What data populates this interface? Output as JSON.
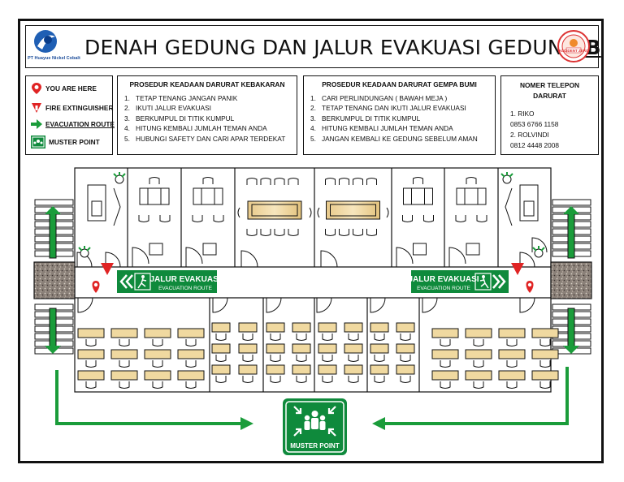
{
  "title": {
    "main": "DENAH GEDUNG DAN JALUR EVAKUASI GEDUNG ",
    "letter": "B",
    "company_caption": "PT Huayue Nickel Cobalt"
  },
  "legend": {
    "you_are_here": "YOU ARE HERE",
    "fire_extinguisher": "FIRE EXTINGUISHER",
    "evacuation_route": "EVACUATION ROUTE",
    "muster_point": "MUSTER POINT"
  },
  "fire_procedure": {
    "heading": "PROSEDUR KEADAAN DARURAT KEBAKARAN",
    "steps": [
      {
        "n": "1.",
        "text": "TETAP TENANG JANGAN PANIK"
      },
      {
        "n": "2.",
        "text": "IKUTI JALUR EVAKUASI"
      },
      {
        "n": "3.",
        "text": "BERKUMPUL DI TITIK KUMPUL"
      },
      {
        "n": "4.",
        "text": "HITUNG KEMBALI JUMLAH TEMAN ANDA"
      },
      {
        "n": "5.",
        "text": "HUBUNGI SAFETY DAN CARI APAR TERDEKAT"
      }
    ]
  },
  "quake_procedure": {
    "heading": "PROSEDUR KEADAAN DARURAT GEMPA BUMI",
    "steps": [
      {
        "n": "1.",
        "text": "CARI PERLINDUNGAN ( BAWAH MEJA )"
      },
      {
        "n": "2.",
        "text": "TETAP TENANG DAN IKUTI JALUR EVAKUASI"
      },
      {
        "n": "3.",
        "text": "BERKUMPUL DI TITIK KUMPUL"
      },
      {
        "n": "4.",
        "text": "HITUNG KEMBALI JUMLAH TEMAN ANDA"
      },
      {
        "n": "5.",
        "text": "JANGAN KEMBALI KE GEDUNG SEBELUM AMAN"
      }
    ]
  },
  "emergency_phone": {
    "heading_line1": "NOMER TELEPON",
    "heading_line2": "DARURAT",
    "contacts": [
      {
        "label": "1. RIKO",
        "number": "0853 6766 1158"
      },
      {
        "label": "2. ROLVINDI",
        "number": "0812 4448 2008"
      }
    ]
  },
  "signs": {
    "left": {
      "title": "JALUR EVAKUASI",
      "subtitle": "EVACUATION ROUTE"
    },
    "right": {
      "title": "JALUR EVAKUASI",
      "subtitle": "EVACUATION ROUTE"
    }
  },
  "muster_label": "MUSTER POINT",
  "seal_text": "ACCIDENT ZERO",
  "colors": {
    "evac_green": "#1a9c3a",
    "sign_green": "#0f8a3c",
    "pin_red": "#e02424",
    "desk_tan": "#f0d9a0",
    "floor_gray": "#8a8078"
  }
}
